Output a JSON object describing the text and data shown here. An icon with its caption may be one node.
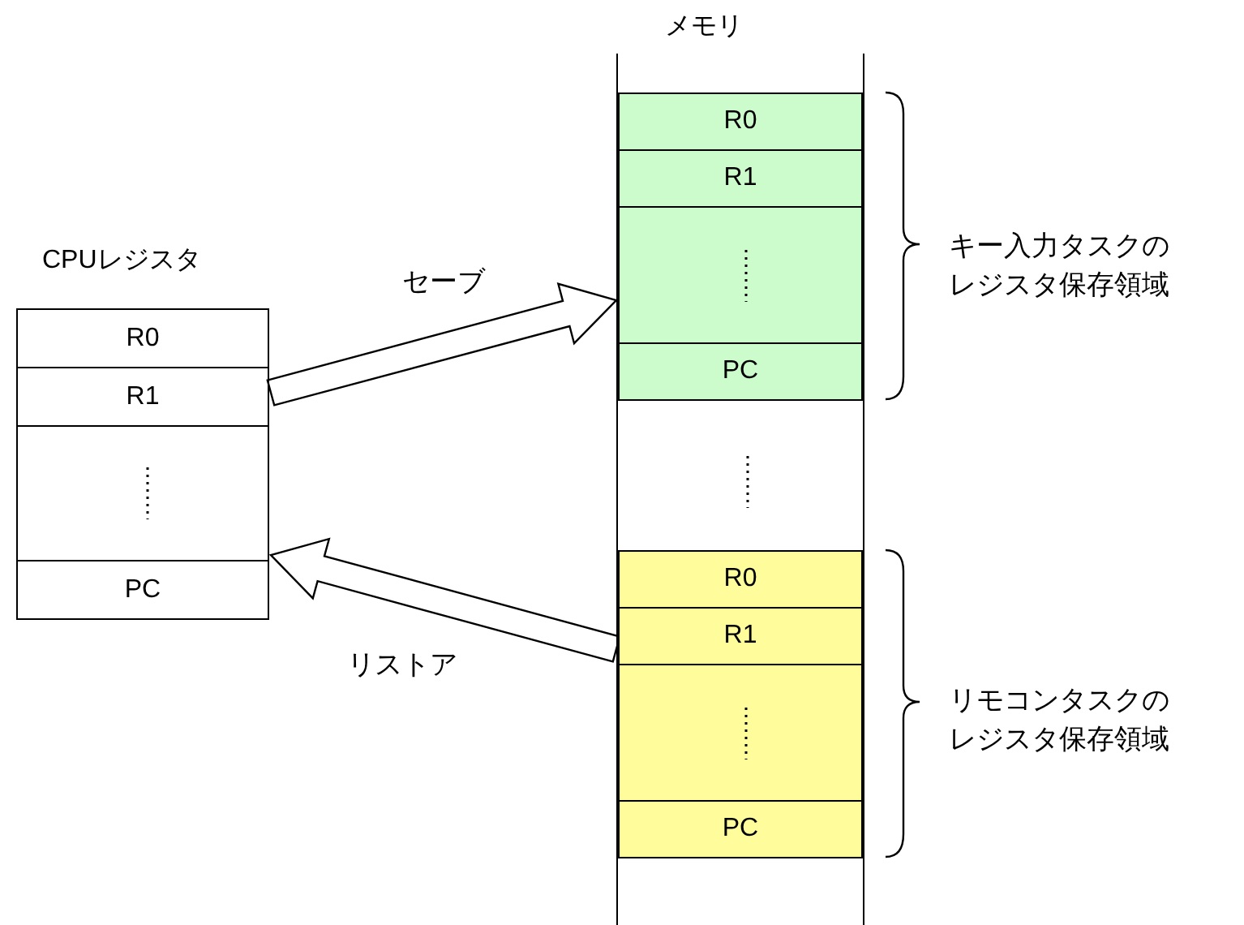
{
  "diagram": {
    "nodes": [
      {
        "text": [
          "CPUレジスタ"
        ]
      },
      {
        "text": [
          "R0"
        ],
        "in": 0
      },
      {
        "text": [
          "R1"
        ],
        "in": 0
      },
      {
        "text": [],
        "shape": "box",
        "in": 0
      },
      {
        "text": [
          "PC"
        ],
        "in": 0
      },
      {
        "text": [
          "メモリ"
        ]
      },
      {
        "text": [],
        "shape": "box",
        "in": 5,
        "beside": [
          "キー入力タスクのレジスタ保存領域"
        ]
      },
      {
        "text": [
          "R0"
        ],
        "in": 6
      },
      {
        "text": [
          "R1"
        ],
        "in": 6
      },
      {
        "text": [],
        "shape": "box",
        "in": 6
      },
      {
        "text": [
          "PC"
        ],
        "in": 6
      },
      {
        "text": [],
        "shape": "box",
        "in": 5,
        "beside": [
          "リモコンタスクのレジスタ保存領域"
        ]
      },
      {
        "text": [
          "R0"
        ],
        "in": 11
      },
      {
        "text": [
          "R1"
        ],
        "in": 11
      },
      {
        "text": [],
        "shape": "box",
        "in": 11
      },
      {
        "text": [
          "PC"
        ],
        "in": 11
      }
    ],
    "edges": [
      {
        "from": 0,
        "to": 6,
        "arrow": "to",
        "label": "セーブ"
      },
      {
        "from": 11,
        "to": 0,
        "arrow": "to",
        "label": "リストア"
      }
    ]
  }
}
